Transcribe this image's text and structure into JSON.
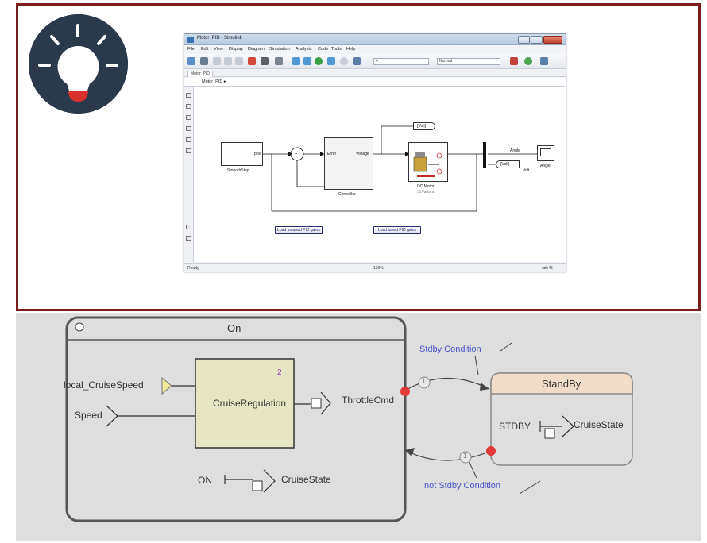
{
  "simulink": {
    "window_title": "Motor_PID - Simulink",
    "menu": [
      "File",
      "Edit",
      "View",
      "Display",
      "Diagram",
      "Simulation",
      "Analysis",
      "Code",
      "Tools",
      "Help"
    ],
    "stop_time": "4",
    "sim_mode": "Normal",
    "tab": "Motor_PID",
    "breadcrumb": "Motor_PID ▸",
    "blocks": {
      "smoothstep": "SmoothStep",
      "smoothstep_port": "pos",
      "controller": "Controller",
      "controller_in": "Error",
      "controller_out": "Voltage",
      "dc_motor": "DC Motor",
      "dc_motor_sub": "SLVariant",
      "goto_volt": "[Volt]",
      "from_volt": "[Volt]",
      "volt_label": "Volt",
      "angle_signal": "Angle",
      "scope": "Angle"
    },
    "buttons": {
      "untuned": "Load untuned PID gains",
      "tuned": "Load tuned PID gains"
    },
    "status": {
      "left": "Ready",
      "center": "136%",
      "right": "ode45"
    }
  },
  "stateflow": {
    "on_state": "On",
    "standby_state": "StandBy",
    "inport_cruise": "local_CruiseSpeed",
    "inport_speed": "Speed",
    "subsystem": "CruiseRegulation",
    "subsystem_index": "2",
    "outport_throttle": "ThrottleCmd",
    "on_label": "ON",
    "on_output": "CruiseState",
    "standby_label": "STDBY",
    "standby_output": "CruiseState",
    "transition_top": "Stdby Condition",
    "transition_bottom": "not Stdby Condition",
    "transition_order_top": "1",
    "transition_order_bottom": "1"
  },
  "colors": {
    "frame": "#7a1f1f",
    "badge": "#2b3a4b",
    "bulb_red": "#d9302c",
    "condition_text": "#4a56c8",
    "junction_red": "#e23a3a",
    "subsystem_fill": "#e6e6c4",
    "standby_header": "#f0dcc8"
  }
}
